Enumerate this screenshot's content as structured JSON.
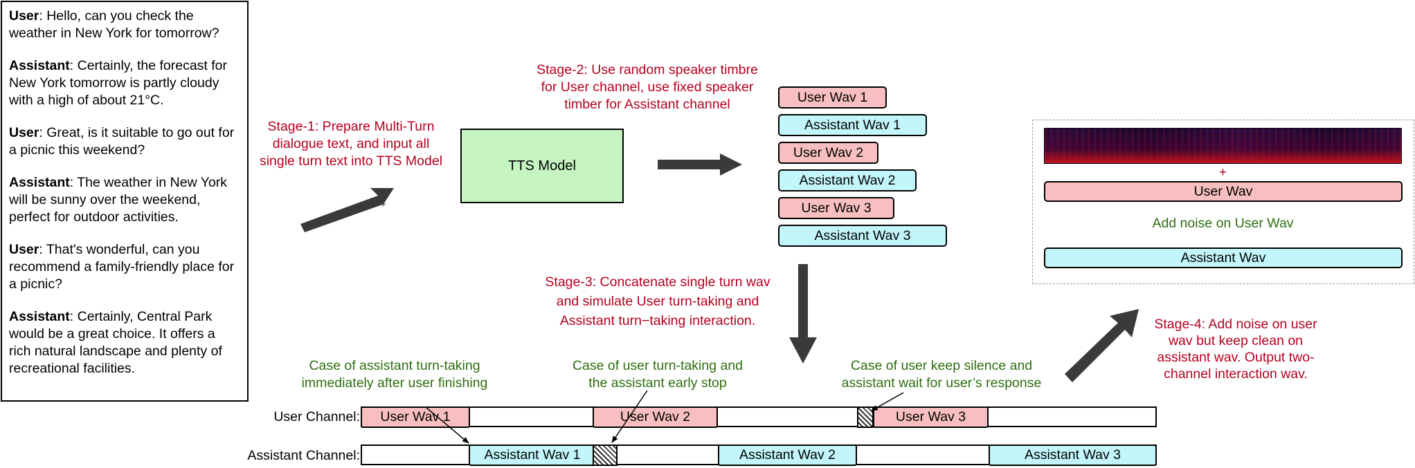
{
  "dialogue": [
    {
      "speaker": "User",
      "text": ": Hello, can you check the weather in New York for tomorrow?"
    },
    {
      "speaker": "Assistant",
      "text": ": Certainly, the forecast for New York tomorrow is partly cloudy with a high of about 21°C."
    },
    {
      "speaker": "User",
      "text": ": Great, is it suitable to go out for a picnic this weekend?"
    },
    {
      "speaker": "Assistant",
      "text": ": The weather in New York will be sunny over the weekend, perfect for outdoor activities."
    },
    {
      "speaker": "User",
      "text": ": That's wonderful, can you recommend a family-friendly place for a picnic?"
    },
    {
      "speaker": "Assistant",
      "text": ": Certainly, Central Park would be a great choice. It offers a rich natural landscape and plenty of recreational facilities."
    }
  ],
  "stage1": [
    "Stage-1: Prepare Multi-Turn",
    "dialogue text, and input all",
    "single turn text into TTS Model"
  ],
  "tts_model": "TTS Model",
  "stage2": [
    "Stage-2: Use random speaker timbre",
    "for User channel, use fixed speaker",
    "timber for Assistant channel"
  ],
  "wav_list": [
    "User Wav 1",
    "Assistant Wav 1",
    "User Wav 2",
    "Assistant Wav 2",
    "User Wav 3",
    "Assistant Wav 3"
  ],
  "stage3": [
    "Stage-3: Concatenate single turn wav",
    "and simulate User turn-taking and",
    "Assistant turn−taking interaction."
  ],
  "noise_panel": {
    "plus": "+",
    "user_wav": "User Wav",
    "add_noise": "Add noise on User Wav",
    "assistant_wav": "Assistant Wav"
  },
  "stage4": [
    "Stage-4: Add noise on user",
    "wav but keep clean on",
    "assistant wav. Output two-",
    "channel interaction wav."
  ],
  "cases": [
    [
      "Case of assistant turn-taking",
      "immediately after user finishing"
    ],
    [
      "Case of user turn-taking and",
      "the assistant  early  stop"
    ],
    [
      "Case of user keep silence and",
      "assistant wait for user’s response"
    ]
  ],
  "channels": {
    "user_label": "User Channel:",
    "assistant_label": "Assistant Channel:",
    "user_segments": [
      "User Wav 1",
      "User Wav 2",
      "User Wav 3"
    ],
    "assistant_segments": [
      "Assistant Wav 1",
      "Assistant Wav 2",
      "Assistant Wav 3"
    ]
  },
  "colors": {
    "stage_text": "#b5001f",
    "case_text": "#2d6e10",
    "user_wav": "#f7bfbf",
    "assistant_wav": "#c2f6fb",
    "tts_box": "#c6f5c2"
  }
}
